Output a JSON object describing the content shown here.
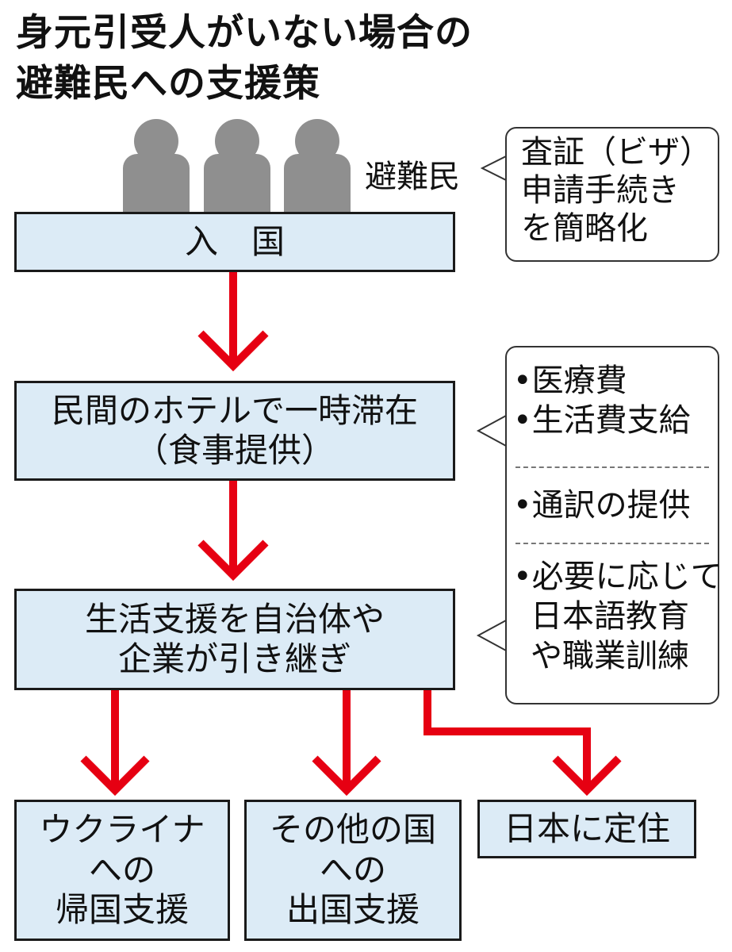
{
  "title": {
    "line1": "身元引受人がいない場合の",
    "line2": "避難民への支援策"
  },
  "refugee_label": "避難民",
  "visa_note": [
    "査証（ビザ）",
    "申請手続き",
    "を簡略化"
  ],
  "flow": {
    "entry": "入　国",
    "hotel": [
      "民間のホテルで一時滞在",
      "（食事提供）"
    ],
    "handover": [
      "生活支援を自治体や",
      "企業が引き継ぎ"
    ],
    "outcomes": {
      "ukraine": [
        "ウクライナ",
        "への",
        "帰国支援"
      ],
      "other": [
        "その他の国",
        "への",
        "出国支援"
      ],
      "japan": "日本に定住"
    }
  },
  "support_note": {
    "group1": [
      "•医療費",
      "•生活費支給"
    ],
    "group2": [
      "•通訳の提供"
    ],
    "group3": [
      "•必要に応じて",
      "日本語教育",
      "や職業訓練"
    ]
  },
  "colors": {
    "box_fill": "#dcebf6",
    "arrow": "#e60012",
    "person": "#8f8f8f"
  },
  "icons": [
    "person-icon",
    "person-icon",
    "person-icon"
  ]
}
